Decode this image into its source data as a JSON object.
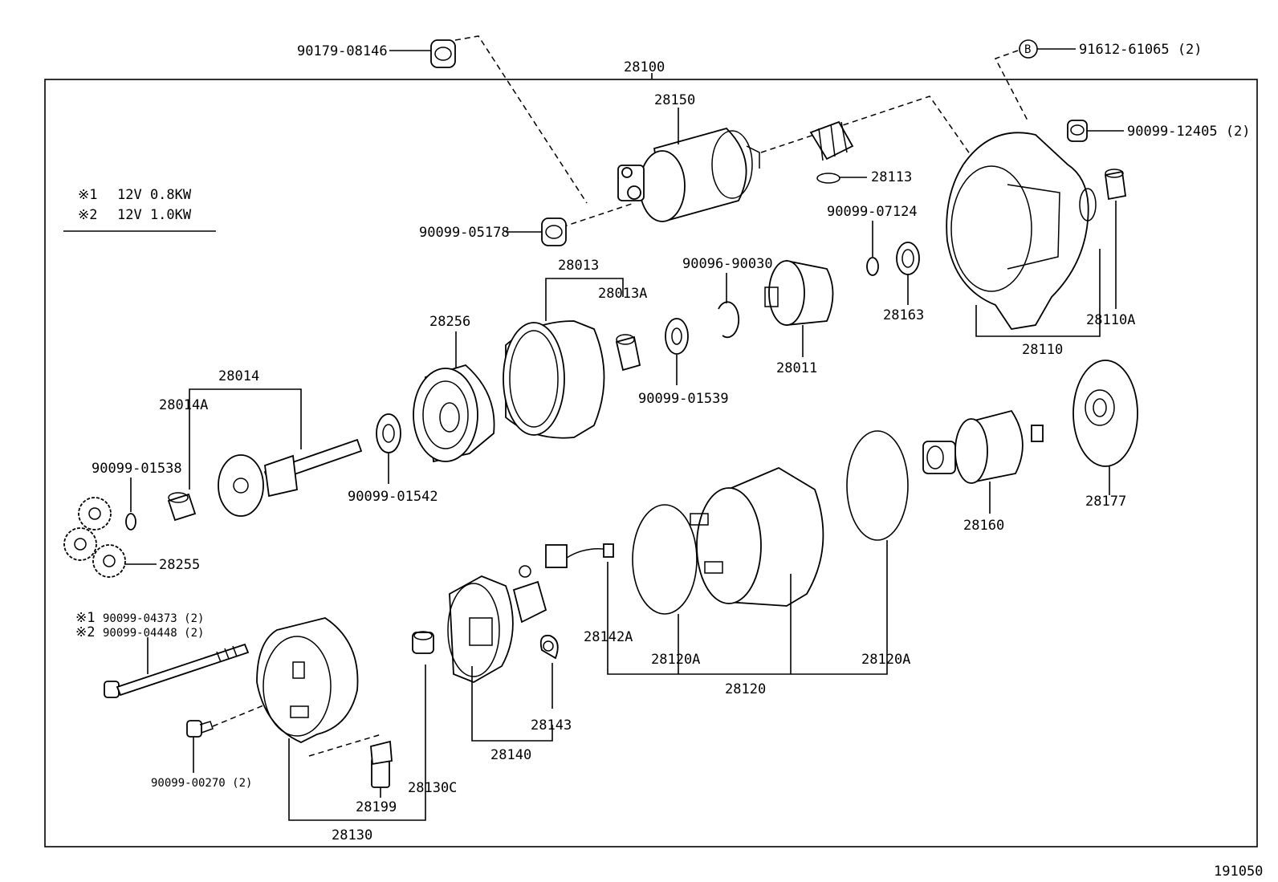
{
  "spec_notes": [
    {
      "mark": "※1",
      "text": "12V  0.8KW"
    },
    {
      "mark": "※2",
      "text": "12V  1.0KW"
    }
  ],
  "labels": {
    "p90179_08146": "90179-08146",
    "p28100": "28100",
    "b_circle": "B",
    "p91612_61065": "91612-61065 (2)",
    "p28150": "28150",
    "p90099_12405": "90099-12405 (2)",
    "p28113": "28113",
    "p90099_05178": "90099-05178",
    "p90099_07124": "90099-07124",
    "p28013": "28013",
    "p28013A": "28013A",
    "p90096_90030": "90096-90030",
    "p28256": "28256",
    "p28163": "28163",
    "p28110A": "28110A",
    "p28110": "28110",
    "p28011": "28011",
    "p28014": "28014",
    "p28014A": "28014A",
    "p90099_01539": "90099-01539",
    "p90099_01538": "90099-01538",
    "p90099_01542": "90099-01542",
    "p28177": "28177",
    "p28160": "28160",
    "p28255": "28255",
    "p28142A": "28142A",
    "p28120A_left": "28120A",
    "p28120A_right": "28120A",
    "p28120": "28120",
    "bolt_mark1": "※1",
    "bolt_pn1": "90099-04373 (2)",
    "bolt_mark2": "※2",
    "bolt_pn2": "90099-04448 (2)",
    "p28143": "28143",
    "p28140": "28140",
    "p90099_00270": "90099-00270 (2)",
    "p28199": "28199",
    "p28130C": "28130C",
    "p28130": "28130"
  },
  "figure_id": "191050"
}
